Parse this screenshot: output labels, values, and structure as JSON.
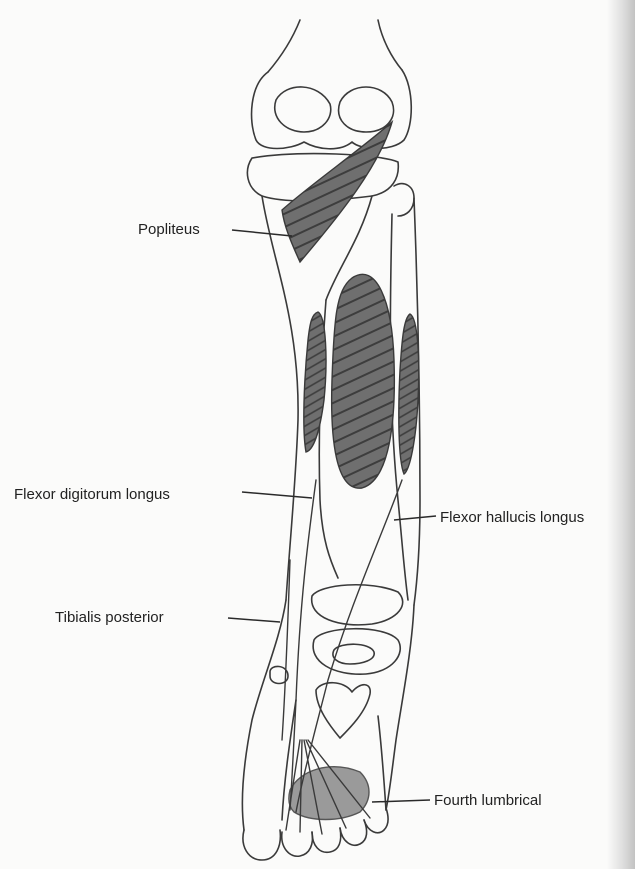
{
  "figure": {
    "labels": {
      "popliteus": "Popliteus",
      "flexor_digitorum_longus": "Flexor digitorum longus",
      "flexor_hallucis_longus": "Flexor hallucis longus",
      "tibialis_posterior": "Tibialis posterior",
      "fourth_lumbrical": "Fourth lumbrical"
    },
    "colors": {
      "outline": "#3a3a3a",
      "muscle_fill": "#6f6f6f",
      "muscle_stripe": "#4a4a4a",
      "lumbrical_fill": "#8a8a8a"
    }
  }
}
